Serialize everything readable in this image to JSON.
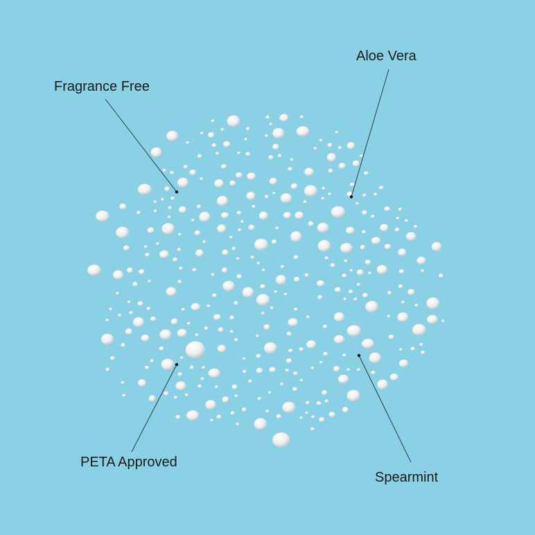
{
  "colors": {
    "background": "#8bd1e6",
    "droplet": "#f2f2f2",
    "droplet_shade": "#b9c2c6",
    "leader_line": "#2b3b42"
  },
  "callouts": {
    "fragrance_free": "Fragrance Free",
    "aloe_vera": "Aloe Vera",
    "peta_approved": "PETA Approved",
    "spearmint": "Spearmint"
  }
}
